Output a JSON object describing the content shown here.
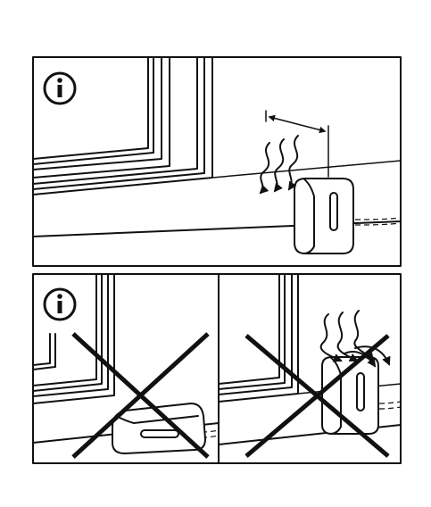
{
  "diagram": {
    "panels": [
      {
        "id": "correct-placement",
        "icon": "info-icon"
      },
      {
        "id": "incorrect-front-of-window",
        "icon": "info-icon",
        "marked_wrong": true
      },
      {
        "id": "incorrect-under-heat-flow",
        "marked_wrong": true
      }
    ]
  }
}
